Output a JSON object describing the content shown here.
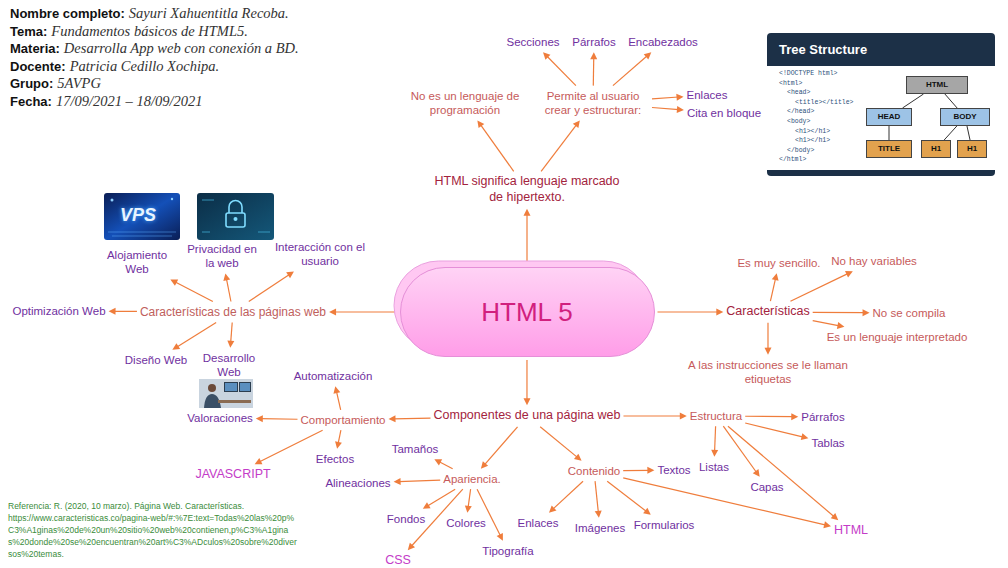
{
  "diagram": {
    "nodes": [
      {
        "text": [
          "HTML 5"
        ]
      },
      {
        "text": [
          "HTML significa lenguaje marcado de hipertexto."
        ]
      },
      {
        "text": [
          "No es un lenguaje de programación"
        ]
      },
      {
        "text": [
          "Permite al usuario crear y estructurar:"
        ]
      },
      {
        "text": [
          "Secciones"
        ]
      },
      {
        "text": [
          "Párrafos"
        ]
      },
      {
        "text": [
          "Encabezados"
        ]
      },
      {
        "text": [
          "Enlaces"
        ]
      },
      {
        "text": [
          "Cita en bloque"
        ]
      },
      {
        "text": [
          "Características de las páginas web"
        ]
      },
      {
        "text": [
          "Alojamiento Web"
        ]
      },
      {
        "text": [
          "Privacidad en la web"
        ]
      },
      {
        "text": [
          "Interacción con el usuario"
        ]
      },
      {
        "text": [
          "Optimización Web"
        ]
      },
      {
        "text": [
          "Diseño Web"
        ]
      },
      {
        "text": [
          "Desarrollo Web"
        ]
      },
      {
        "text": [
          "Características"
        ]
      },
      {
        "text": [
          "Es muy sencillo."
        ]
      },
      {
        "text": [
          "No hay variables"
        ]
      },
      {
        "text": [
          "No se compila"
        ]
      },
      {
        "text": [
          "Es un lenguaje interpretado"
        ]
      },
      {
        "text": [
          "A las instrucciones se le llaman etiquetas"
        ]
      },
      {
        "text": [
          "Componentes de una página web"
        ]
      },
      {
        "text": [
          "Comportamiento"
        ]
      },
      {
        "text": [
          "Automatización"
        ]
      },
      {
        "text": [
          "Valoraciones"
        ]
      },
      {
        "text": [
          "JAVASCRIPT"
        ]
      },
      {
        "text": [
          "Efectos"
        ]
      },
      {
        "text": [
          "Apariencia."
        ]
      },
      {
        "text": [
          "Tamaños"
        ]
      },
      {
        "text": [
          "Alineaciones"
        ]
      },
      {
        "text": [
          "Fondos"
        ]
      },
      {
        "text": [
          "Colores"
        ]
      },
      {
        "text": [
          "Tipografía"
        ]
      },
      {
        "text": [
          "CSS"
        ]
      },
      {
        "text": [
          "Contenido"
        ]
      },
      {
        "text": [
          "Textos"
        ]
      },
      {
        "text": [
          "Enlaces"
        ]
      },
      {
        "text": [
          "Imágenes"
        ]
      },
      {
        "text": [
          "Formularios"
        ]
      },
      {
        "text": [
          "Estructura"
        ]
      },
      {
        "text": [
          "Párrafos"
        ]
      },
      {
        "text": [
          "Tablas"
        ]
      },
      {
        "text": [
          "Listas"
        ]
      },
      {
        "text": [
          "Capas"
        ]
      },
      {
        "text": [
          "HTML"
        ]
      },
      {
        "text": [
          "HTML"
        ]
      },
      {
        "text": [
          "HEAD"
        ]
      },
      {
        "text": [
          "BODY"
        ]
      },
      {
        "text": [
          "TITLE"
        ]
      },
      {
        "text": [
          "H1"
        ]
      },
      {
        "text": [
          "H1"
        ]
      }
    ],
    "edges": [
      {
        "from": 0,
        "to": 1,
        "arrow": "to"
      },
      {
        "from": 1,
        "to": 2,
        "arrow": "to"
      },
      {
        "from": 1,
        "to": 3,
        "arrow": "to"
      },
      {
        "from": 3,
        "to": 4,
        "arrow": "to"
      },
      {
        "from": 3,
        "to": 5,
        "arrow": "to"
      },
      {
        "from": 3,
        "to": 6,
        "arrow": "to"
      },
      {
        "from": 3,
        "to": 7,
        "arrow": "to"
      },
      {
        "from": 3,
        "to": 8,
        "arrow": "to"
      },
      {
        "from": 0,
        "to": 9,
        "arrow": "to"
      },
      {
        "from": 9,
        "to": 10,
        "arrow": "to"
      },
      {
        "from": 9,
        "to": 11,
        "arrow": "to"
      },
      {
        "from": 9,
        "to": 12,
        "arrow": "to"
      },
      {
        "from": 9,
        "to": 13,
        "arrow": "to"
      },
      {
        "from": 9,
        "to": 14,
        "arrow": "to"
      },
      {
        "from": 9,
        "to": 15,
        "arrow": "to"
      },
      {
        "from": 0,
        "to": 16,
        "arrow": "to"
      },
      {
        "from": 16,
        "to": 17,
        "arrow": "to"
      },
      {
        "from": 16,
        "to": 18,
        "arrow": "to"
      },
      {
        "from": 16,
        "to": 19,
        "arrow": "to"
      },
      {
        "from": 16,
        "to": 20,
        "arrow": "to"
      },
      {
        "from": 16,
        "to": 21,
        "arrow": "to"
      },
      {
        "from": 0,
        "to": 22,
        "arrow": "to"
      },
      {
        "from": 22,
        "to": 23,
        "arrow": "to"
      },
      {
        "from": 23,
        "to": 24,
        "arrow": "to"
      },
      {
        "from": 23,
        "to": 25,
        "arrow": "to"
      },
      {
        "from": 23,
        "to": 26,
        "arrow": "to"
      },
      {
        "from": 23,
        "to": 27,
        "arrow": "to"
      },
      {
        "from": 22,
        "to": 28,
        "arrow": "to"
      },
      {
        "from": 28,
        "to": 29,
        "arrow": "to"
      },
      {
        "from": 28,
        "to": 30,
        "arrow": "to"
      },
      {
        "from": 28,
        "to": 31,
        "arrow": "to"
      },
      {
        "from": 28,
        "to": 32,
        "arrow": "to"
      },
      {
        "from": 28,
        "to": 33,
        "arrow": "to"
      },
      {
        "from": 28,
        "to": 34,
        "arrow": "to"
      },
      {
        "from": 22,
        "to": 35,
        "arrow": "to"
      },
      {
        "from": 35,
        "to": 36,
        "arrow": "to"
      },
      {
        "from": 35,
        "to": 37,
        "arrow": "to"
      },
      {
        "from": 35,
        "to": 38,
        "arrow": "to"
      },
      {
        "from": 35,
        "to": 39,
        "arrow": "to"
      },
      {
        "from": 35,
        "to": 45,
        "arrow": "to"
      },
      {
        "from": 22,
        "to": 40,
        "arrow": "to"
      },
      {
        "from": 40,
        "to": 41,
        "arrow": "to"
      },
      {
        "from": 40,
        "to": 42,
        "arrow": "to"
      },
      {
        "from": 40,
        "to": 43,
        "arrow": "to"
      },
      {
        "from": 40,
        "to": 44,
        "arrow": "to"
      },
      {
        "from": 40,
        "to": 45,
        "arrow": "to"
      },
      {
        "from": 46,
        "to": 47,
        "arrow": "none"
      },
      {
        "from": 46,
        "to": 48,
        "arrow": "none"
      },
      {
        "from": 47,
        "to": 49,
        "arrow": "none"
      },
      {
        "from": 48,
        "to": 50,
        "arrow": "none"
      },
      {
        "from": 48,
        "to": 51,
        "arrow": "none"
      }
    ],
    "labels": [
      "Nombre completo:",
      "Sayuri Xahuentitla Recoba.",
      "Tema:",
      "Fundamentos básicos de HTML5.",
      "Materia:",
      "Desarrolla App web con conexión a BD.",
      "Docente:",
      "Patricia Cedillo Xochipa.",
      "Grupo:",
      "5AVPG",
      "Fecha:",
      "17/09/2021 – 18/09/2021",
      "Tree Structure",
      "<!DOCTYPE html>",
      "<html>",
      "<head>",
      "<title></title>",
      "</head>",
      "<body>",
      "<h1></h1>",
      "<h1></h1>",
      "</body>",
      "</html>",
      "VPS",
      "Referencia: R. (2020, 10 marzo). Página Web. Características.",
      "https://www.caracteristicas.co/pagina-web/#:%7E:text=Todas%20las%20p%C3%A1ginas%20de%20un%20sitio%20web%20contienen,p%C3%A1ginas%20donde%20se%20encuentran%20art%C3%ADculos%20sobre%20diversos%20temas."
    ]
  }
}
